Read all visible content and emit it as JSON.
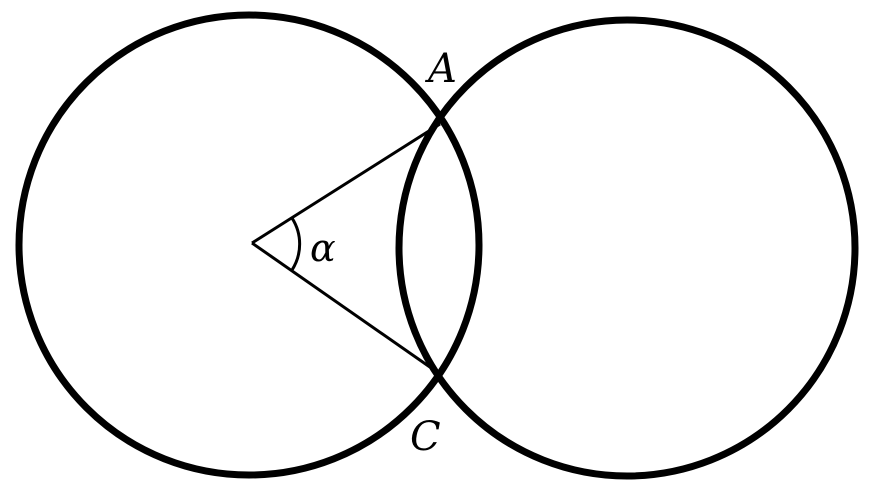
{
  "labels": {
    "point_a": "A",
    "point_c": "C",
    "angle": "α"
  }
}
